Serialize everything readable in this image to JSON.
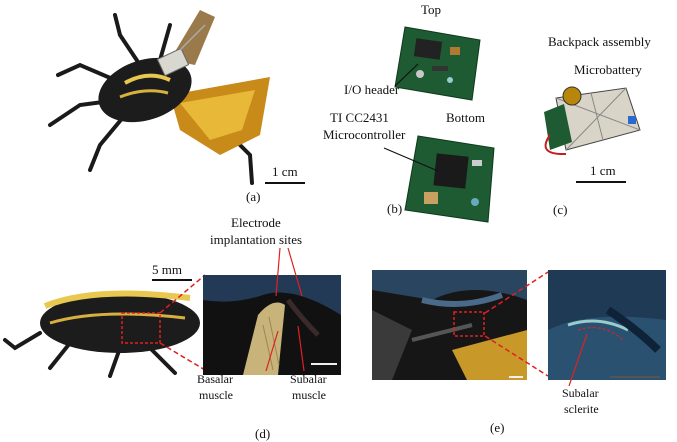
{
  "labels": {
    "panel_a": "(a)",
    "panel_b": "(b)",
    "panel_c": "(c)",
    "panel_d": "(d)",
    "panel_e": "(e)",
    "top": "Top",
    "bottom": "Bottom",
    "io_header": "I/O header",
    "mcu_line1": "TI CC2431",
    "mcu_line2": "Microcontroller",
    "backpack": "Backpack assembly",
    "microbattery": "Microbattery",
    "scale_a": "1 cm",
    "scale_c": "1 cm",
    "scale_d": "5 mm",
    "electrode_line1": "Electrode",
    "electrode_line2": "implantation sites",
    "basalar_line1": "Basalar",
    "basalar_line2": "muscle",
    "subalar_line1": "Subalar",
    "subalar_line2": "muscle",
    "sclerite_line1": "Subalar",
    "sclerite_line2": "sclerite"
  },
  "colors": {
    "callout_red": "#e02020",
    "pcb_green": "#1e5a32",
    "beetle_yellow": "#e8b838"
  }
}
